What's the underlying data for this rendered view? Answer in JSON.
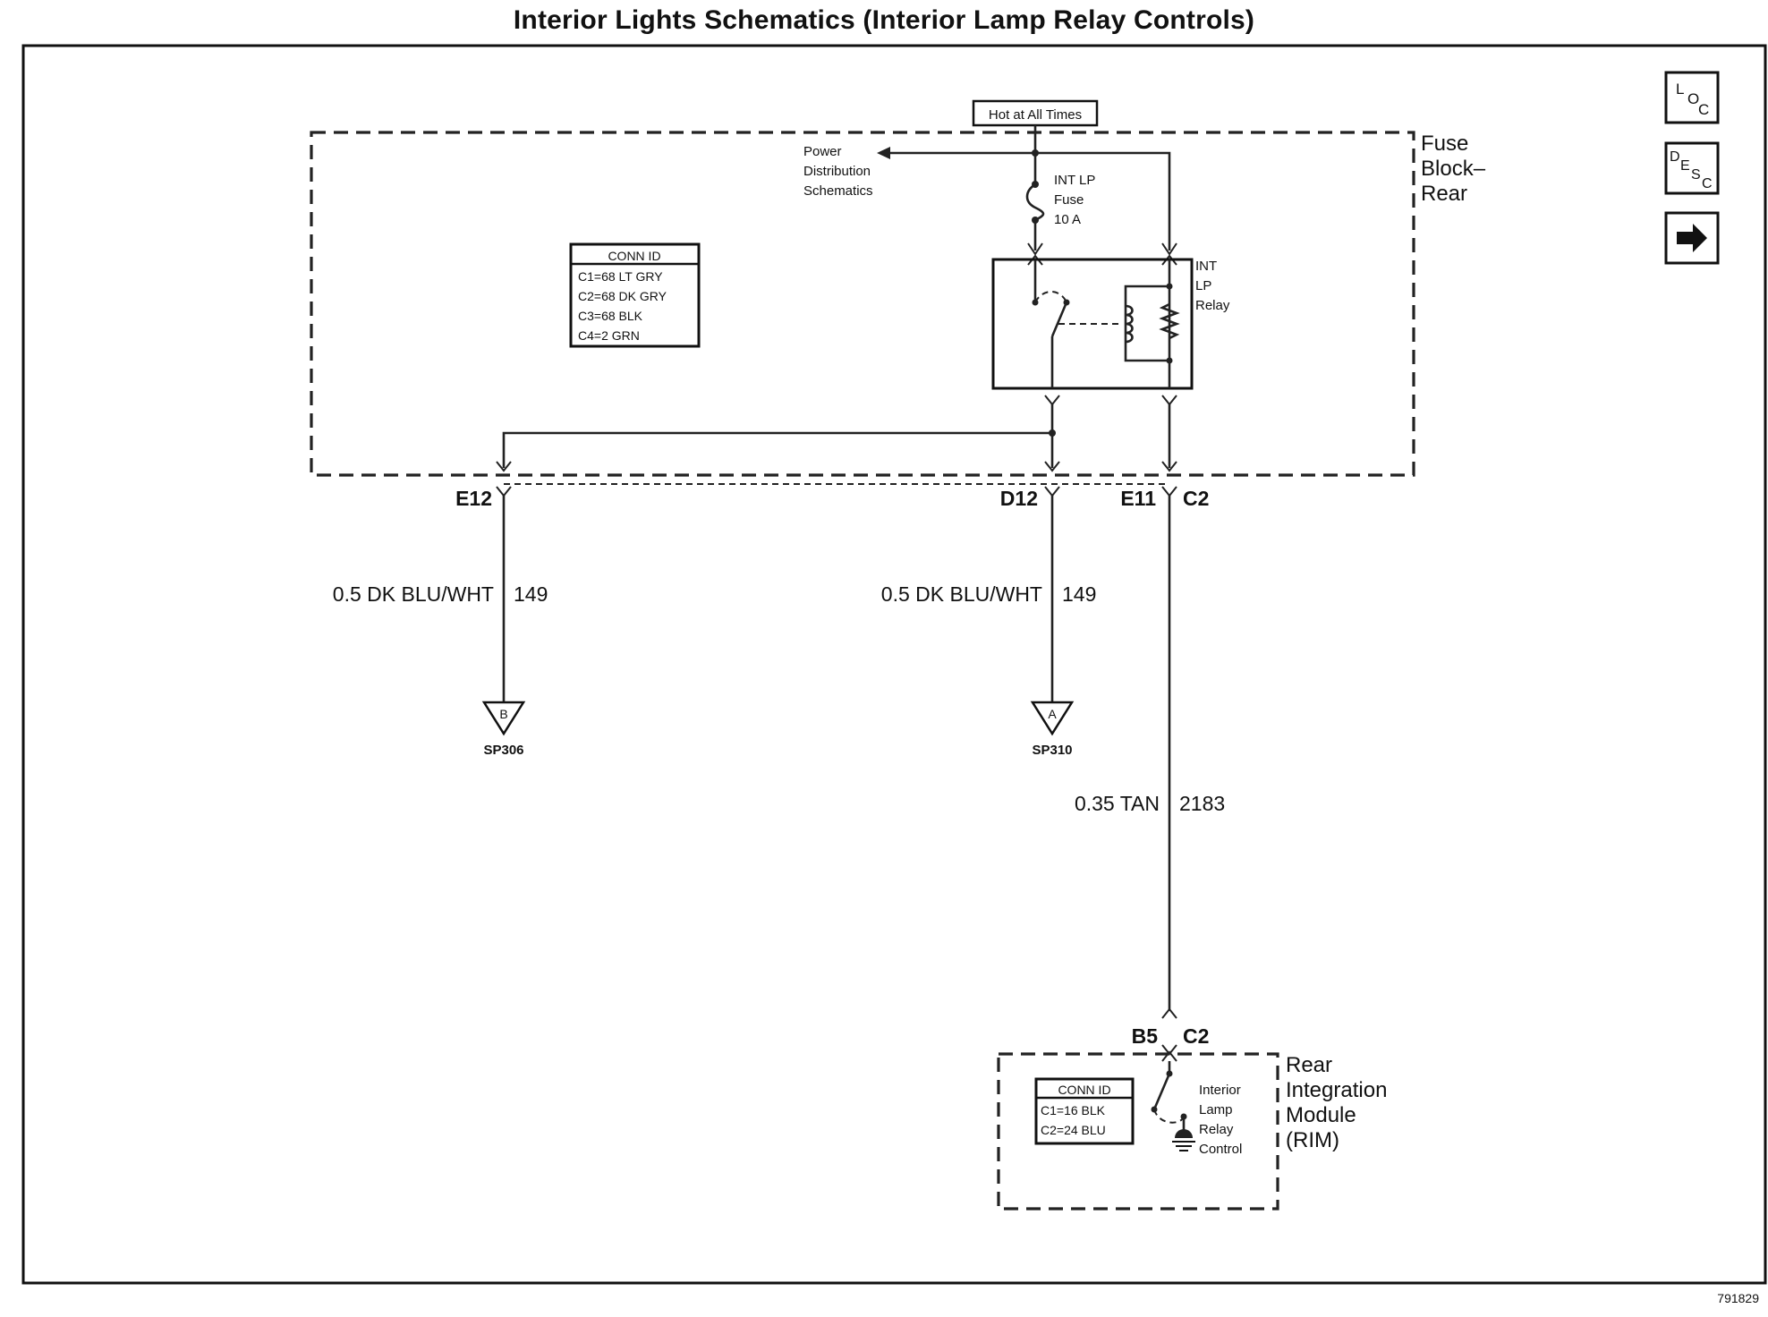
{
  "title": "Interior Lights Schematics (Interior Lamp Relay Controls)",
  "figure_number": "791829",
  "nav_icons": [
    {
      "name": "loc-icon",
      "letters": [
        "L",
        "O",
        "C"
      ]
    },
    {
      "name": "desc-icon",
      "letters": [
        "D",
        "E",
        "S",
        "C"
      ]
    },
    {
      "name": "next-arrow-icon",
      "letters": []
    }
  ],
  "fuse_block": {
    "label_lines": [
      "Fuse",
      "Block–",
      "Rear"
    ],
    "hot_label": "Hot at All Times",
    "power_distribution_lines": [
      "Power",
      "Distribution",
      "Schematics"
    ],
    "fuse_lines": [
      "INT LP",
      "Fuse",
      "10 A"
    ],
    "relay_lines": [
      "INT",
      "LP",
      "Relay"
    ],
    "conn_id": {
      "header": "CONN ID",
      "rows": [
        "C1=68 LT GRY",
        "C2=68 DK GRY",
        "C3=68 BLK",
        "C4=2 GRN"
      ]
    }
  },
  "terminals": {
    "e12": "E12",
    "d12": "D12",
    "e11": "E11",
    "c2_top": "C2",
    "b5": "B5",
    "c2_bottom": "C2"
  },
  "wires": [
    {
      "spec": "0.5 DK BLU/WHT",
      "circuit": "149"
    },
    {
      "spec": "0.5 DK BLU/WHT",
      "circuit": "149"
    },
    {
      "spec": "0.35 TAN",
      "circuit": "2183"
    }
  ],
  "splices": [
    {
      "letter": "B",
      "name": "SP306"
    },
    {
      "letter": "A",
      "name": "SP310"
    }
  ],
  "rim": {
    "label_lines": [
      "Rear",
      "Integration",
      "Module",
      "(RIM)"
    ],
    "control_lines": [
      "Interior",
      "Lamp",
      "Relay",
      "Control"
    ],
    "conn_id": {
      "header": "CONN ID",
      "rows": [
        "C1=16 BLK",
        "C2=24 BLU"
      ]
    }
  }
}
